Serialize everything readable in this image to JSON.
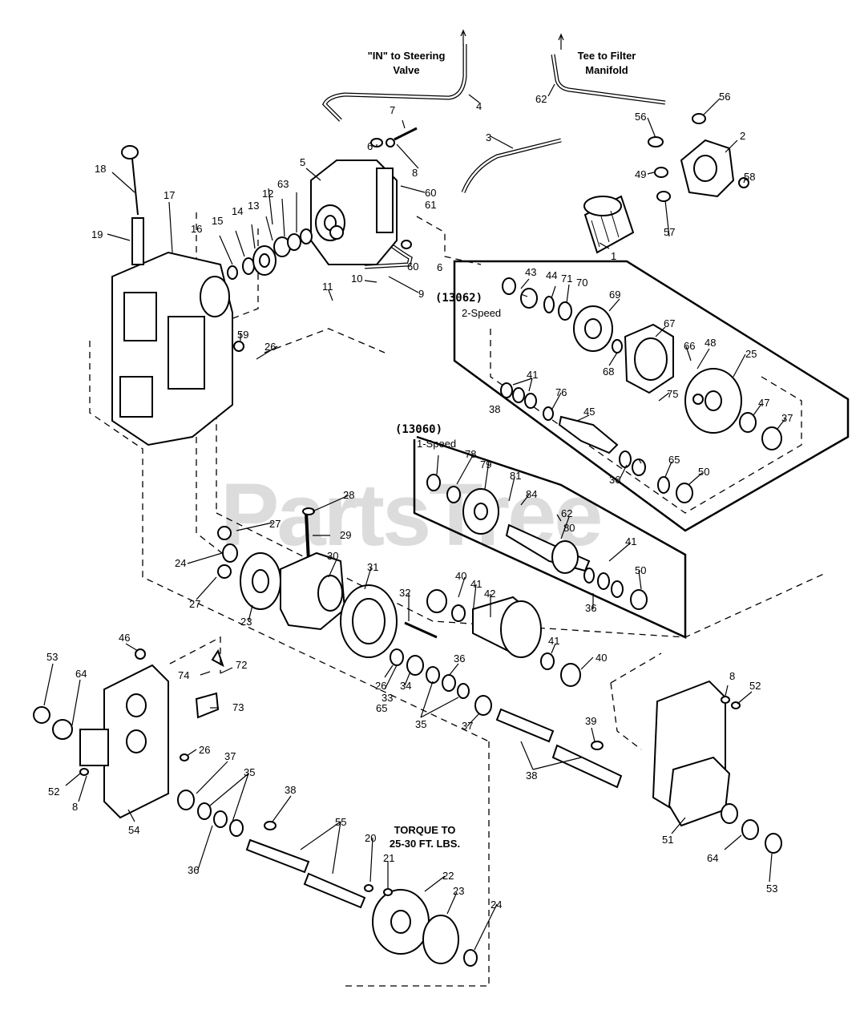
{
  "watermark": "PartsTree",
  "notes": {
    "steering_valve": [
      "\"IN\" to Steering",
      "Valve"
    ],
    "filter_manifold": [
      "Tee to Filter",
      "Manifold"
    ],
    "torque": [
      "TORQUE TO",
      "25-30 FT. LBS."
    ]
  },
  "kits": {
    "two_speed": {
      "code": "(13062)",
      "label": "2-Speed"
    },
    "one_speed": {
      "code": "(13060)",
      "label": "1-Speed"
    }
  },
  "callouts": [
    "1",
    "2",
    "3",
    "4",
    "5",
    "6",
    "6",
    "7",
    "8",
    "8",
    "8",
    "9",
    "10",
    "11",
    "12",
    "13",
    "14",
    "15",
    "16",
    "17",
    "18",
    "19",
    "20",
    "21",
    "22",
    "23",
    "23",
    "24",
    "24",
    "25",
    "26",
    "26",
    "26",
    "27",
    "27",
    "28",
    "29",
    "30",
    "31",
    "32",
    "33",
    "34",
    "35",
    "35",
    "36",
    "36",
    "36",
    "36",
    "37",
    "37",
    "37",
    "38",
    "38",
    "38",
    "39",
    "40",
    "40",
    "41",
    "41",
    "41",
    "41",
    "42",
    "43",
    "44",
    "45",
    "46",
    "47",
    "48",
    "49",
    "50",
    "50",
    "51",
    "52",
    "52",
    "53",
    "53",
    "54",
    "55",
    "56",
    "56",
    "57",
    "58",
    "59",
    "60",
    "60",
    "61",
    "62",
    "62",
    "63",
    "64",
    "64",
    "65",
    "65",
    "66",
    "67",
    "68",
    "69",
    "70",
    "71",
    "72",
    "73",
    "74",
    "75",
    "76",
    "78",
    "79",
    "80",
    "81",
    "84"
  ]
}
